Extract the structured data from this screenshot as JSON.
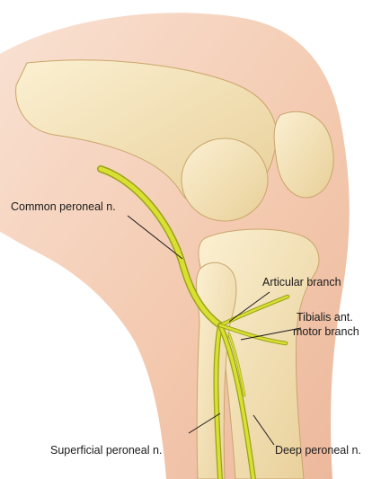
{
  "labels": {
    "common_peroneal": "Common peroneal n.",
    "articular_branch": "Articular branch",
    "tibialis_line1": "Tibialis ant.",
    "tibialis_line2": "motor branch",
    "superficial_peroneal": "Superficial peroneal n.",
    "deep_peroneal": "Deep peroneal n."
  },
  "colors": {
    "skin": "#f4c9ad",
    "bone": "#f3e2b8",
    "nerve": "#d9e032",
    "nerve_edge": "#9aa21a"
  }
}
